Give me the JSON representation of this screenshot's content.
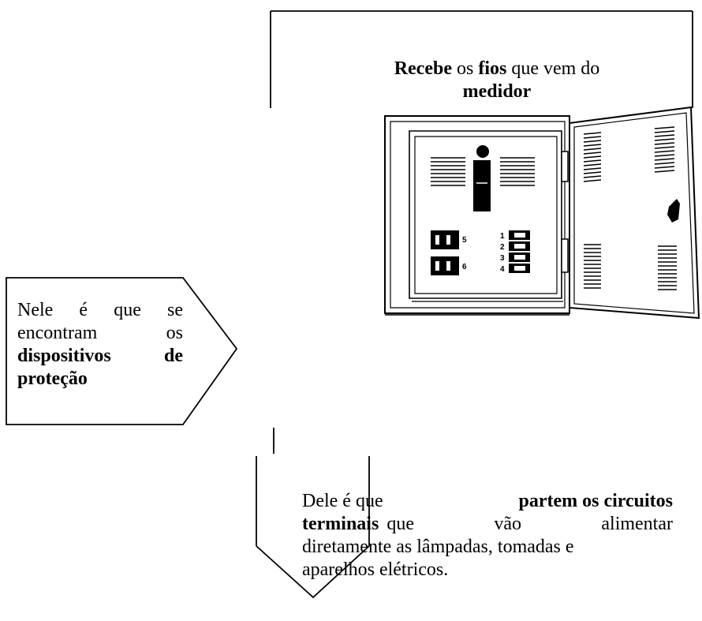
{
  "callout_top": {
    "w1": "Recebe",
    "w2": "os",
    "w3": "fios",
    "w4": "que vem do",
    "w5": "medidor"
  },
  "callout_left": {
    "l1": "Nele é que se",
    "l2": "encontram",
    "l3": "os",
    "l4": "dispositivos de",
    "l5": "proteção"
  },
  "callout_bottom": {
    "l1a": "Dele é que",
    "l1b": "partem os circuitos",
    "l2a": "terminais",
    "l2b": "que vão alimentar",
    "l3": "diretamente as lâmpadas, tomadas e",
    "l4": "aparelhos elétricos."
  },
  "panel": {
    "breakers_left": [
      "5",
      "6"
    ],
    "breakers_right": [
      "1",
      "2",
      "3",
      "4"
    ]
  }
}
